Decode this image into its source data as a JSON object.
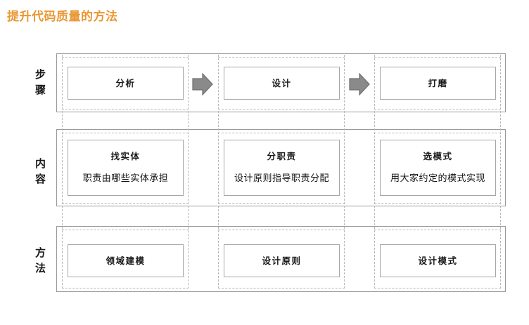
{
  "page": {
    "title": "提升代码质量的方法",
    "title_color": "#ea9733",
    "background_color": "#ffffff"
  },
  "diagram": {
    "type": "three-row process matrix",
    "arrow_color": "#808080",
    "arrow_icon_name": "right-block-arrow-icon",
    "row_labels": [
      {
        "id": "steps",
        "chars": [
          "步",
          "骤"
        ],
        "text": "步骤"
      },
      {
        "id": "content",
        "chars": [
          "内",
          "容"
        ],
        "text": "内容"
      },
      {
        "id": "methods",
        "chars": [
          "方",
          "法"
        ],
        "text": "方法"
      }
    ],
    "rows": [
      {
        "id": "steps",
        "label": "步骤",
        "cells": [
          {
            "title": "分析",
            "desc": ""
          },
          {
            "title": "设计",
            "desc": ""
          },
          {
            "title": "打磨",
            "desc": ""
          }
        ],
        "arrows_between": true
      },
      {
        "id": "content",
        "label": "内容",
        "cells": [
          {
            "title": "找实体",
            "desc": "职责由哪些实体承担"
          },
          {
            "title": "分职责",
            "desc": "设计原则指导职责分配"
          },
          {
            "title": "选模式",
            "desc": "用大家约定的模式实现"
          }
        ],
        "arrows_between": false
      },
      {
        "id": "methods",
        "label": "方法",
        "cells": [
          {
            "title": "领域建模",
            "desc": ""
          },
          {
            "title": "设计原则",
            "desc": ""
          },
          {
            "title": "设计模式",
            "desc": ""
          }
        ],
        "arrows_between": false
      }
    ]
  }
}
